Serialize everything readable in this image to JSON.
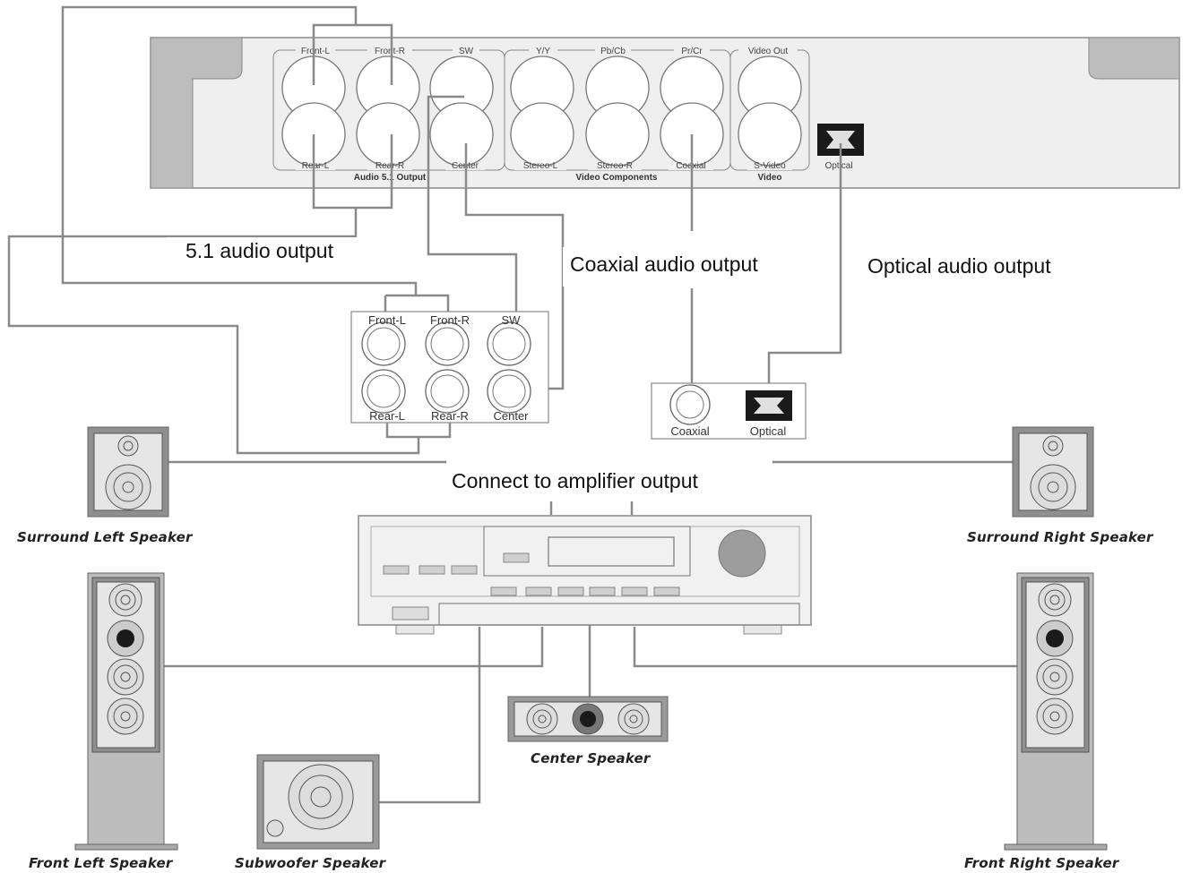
{
  "callouts": {
    "audio51": "5.1 audio output",
    "coaxial": "Coaxial audio output",
    "optical": "Optical audio output",
    "amplifier": "Connect to amplifier output"
  },
  "player_panel": {
    "audio_group": {
      "top_labels": [
        "Front-L",
        "Front-R",
        "SW"
      ],
      "bottom_labels": [
        "Rear-L",
        "Rear-R",
        "Center"
      ],
      "group_label": "Audio 5.1 Output"
    },
    "video_components": {
      "top_labels": [
        "Y/Y",
        "Pb/Cb",
        "Pr/Cr"
      ],
      "bottom_labels": [
        "Stereo-L",
        "Stereo-R",
        "Coaxial"
      ],
      "group_label": "Video Components"
    },
    "video": {
      "top_label": "Video Out",
      "bottom_label": "S-Video",
      "group_label": "Video"
    },
    "optical_label": "Optical"
  },
  "amp_input_51": {
    "top_labels": [
      "Front-L",
      "Front-R",
      "SW"
    ],
    "bottom_labels": [
      "Rear-L",
      "Rear-R",
      "Center"
    ]
  },
  "amp_digital_input": {
    "coaxial_label": "Coaxial",
    "optical_label": "Optical"
  },
  "speakers": {
    "surround_left": "Surround Left Speaker",
    "surround_right": "Surround Right Speaker",
    "front_left": "Front Left Speaker",
    "front_right": "Front Right Speaker",
    "center": "Center Speaker",
    "subwoofer": "Subwoofer Speaker"
  },
  "colors": {
    "wire": "#8a8a8a",
    "panel_fill": "#eeeeee",
    "panel_stroke": "#888888",
    "dark": "#222222"
  }
}
